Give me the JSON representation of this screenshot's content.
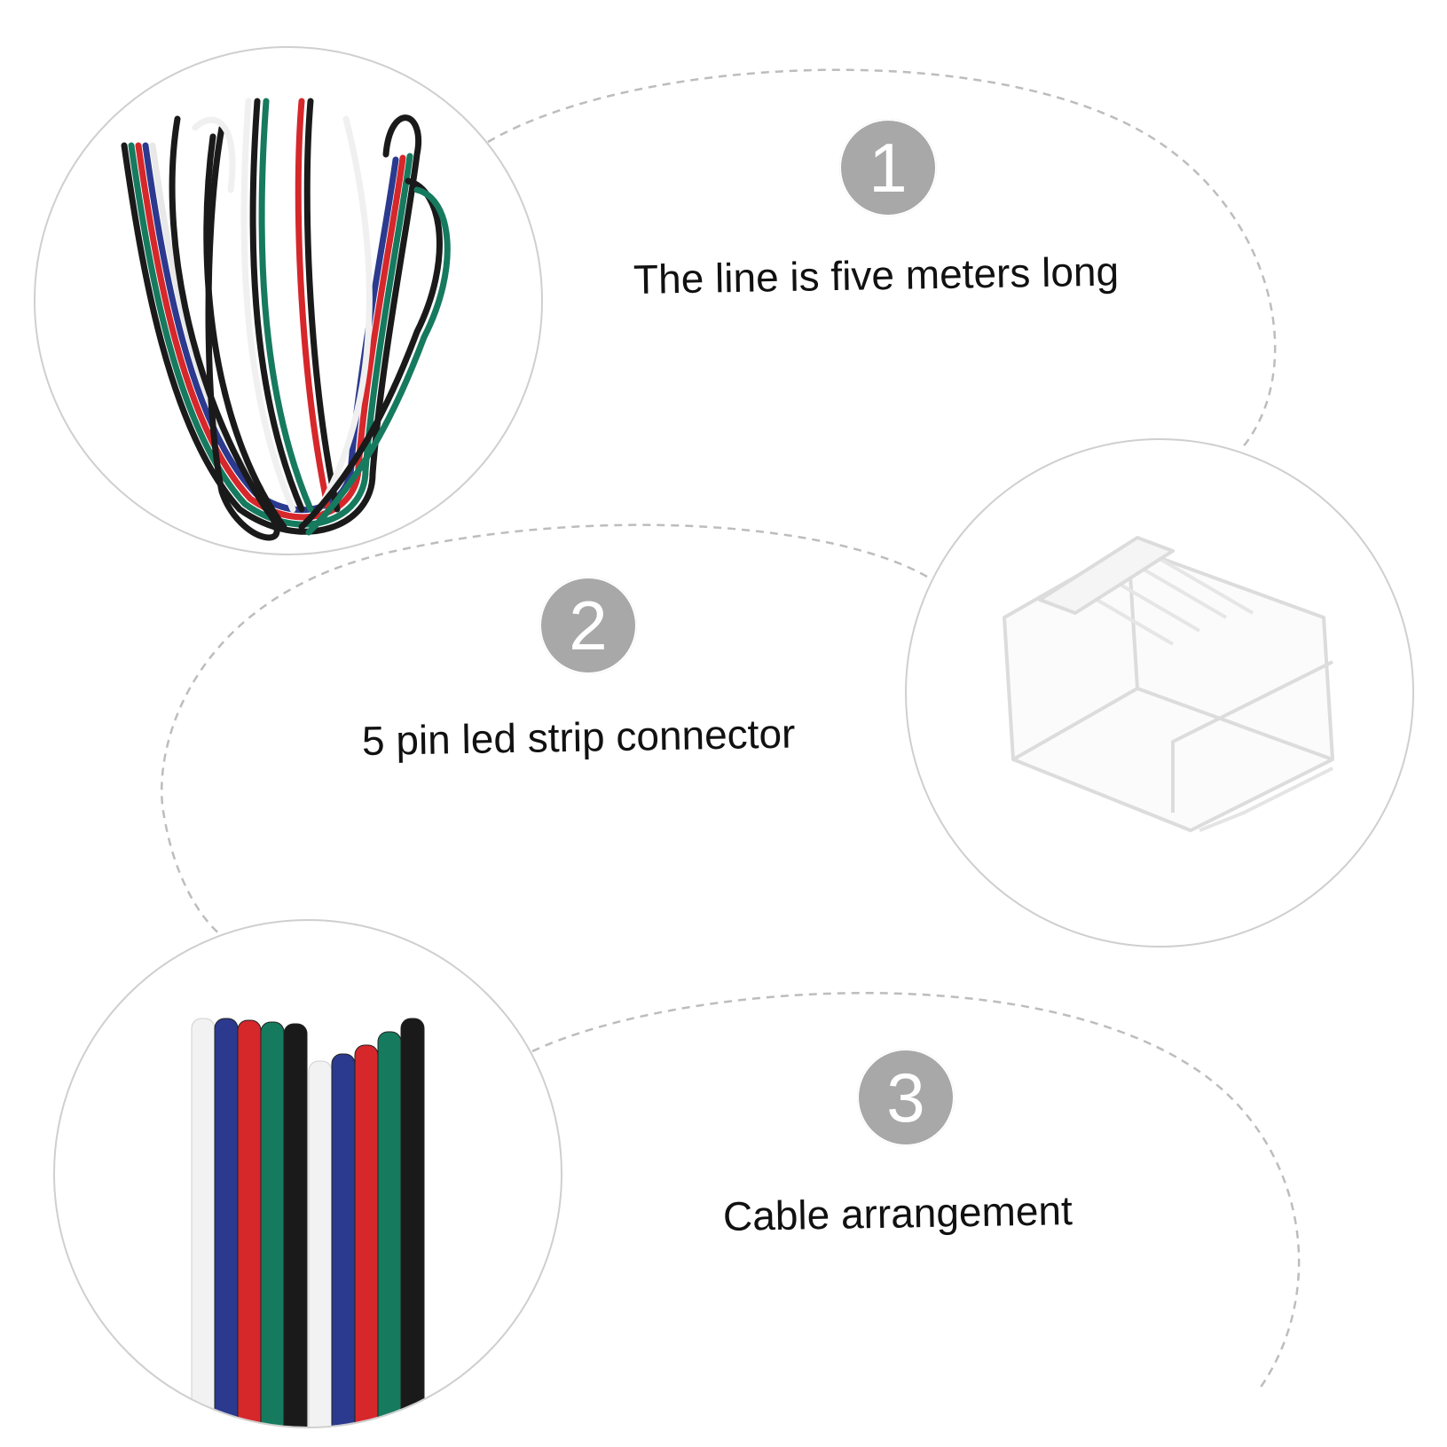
{
  "features": [
    {
      "number": "1",
      "text": "The line is five meters long",
      "photo": "coiled-cable-icon"
    },
    {
      "number": "2",
      "text": "5 pin led strip connector",
      "photo": "connector-icon"
    },
    {
      "number": "3",
      "text": "Cable arrangement",
      "photo": "cable-ends-icon"
    }
  ],
  "colors": {
    "badge": "#a8a8a8",
    "dashed_line": "#bdbdbd",
    "wire_white": "#f2f2f2",
    "wire_blue": "#2b3a8f",
    "wire_red": "#d6272b",
    "wire_green": "#167a5e",
    "wire_black": "#1a1a1a"
  }
}
